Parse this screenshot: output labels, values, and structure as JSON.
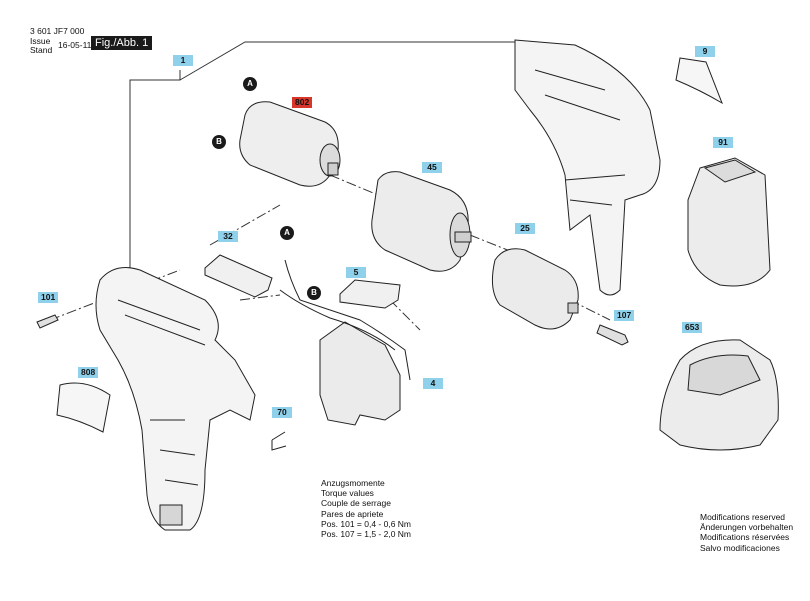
{
  "header": {
    "drawing_no": "3 601 JF7 000",
    "issue_label_1": "Issue",
    "issue_label_2": "Stand",
    "issue_date": "16-05-11",
    "figure_label": "Fig./Abb. 1"
  },
  "part_labels": {
    "p1": "1",
    "p4": "4",
    "p5": "5",
    "p9": "9",
    "p25": "25",
    "p32": "32",
    "p45": "45",
    "p70": "70",
    "p91": "91",
    "p101": "101",
    "p107": "107",
    "p653": "653",
    "p802": "802",
    "p808": "808"
  },
  "markers": {
    "a": "A",
    "b": "B"
  },
  "torque_notes": {
    "title_de": "Anzugsmomente",
    "title_en": "Torque values",
    "title_fr": "Couple de serrage",
    "title_es": "Pares de apriete",
    "pos101": "Pos. 101 = 0,4  -  0,6 Nm",
    "pos107": "Pos. 107 = 1,5  -  2,0 Nm"
  },
  "modifications": {
    "en": "Modifications reserved",
    "de": "Änderungen vorbehalten",
    "fr": "Modifications réservées",
    "es": "Salvo modificaciones"
  },
  "colors": {
    "label_blue": "#8fd0ea",
    "label_red": "#d8362a",
    "line": "#333333"
  }
}
